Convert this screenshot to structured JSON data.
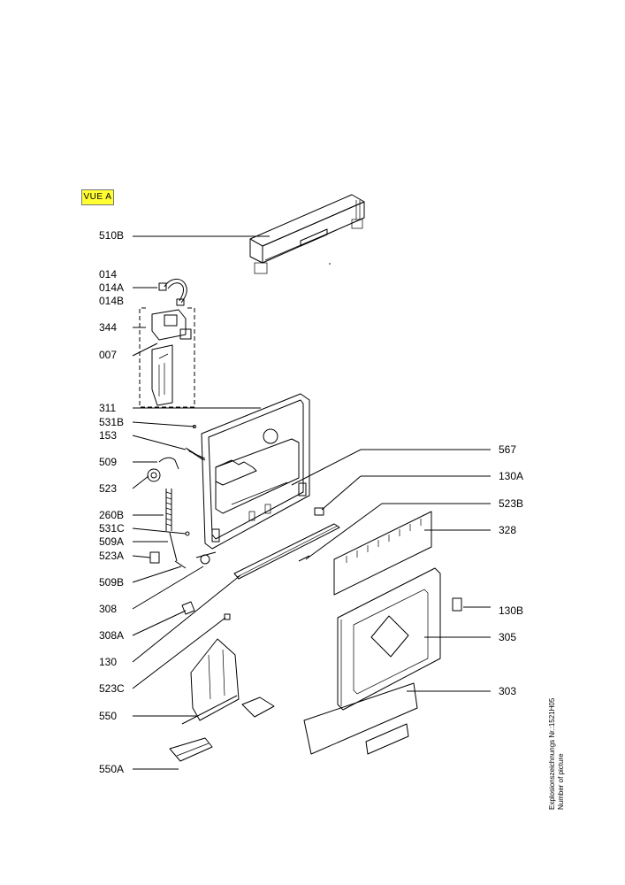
{
  "view_badge": "VUE A",
  "labels": {
    "l510B": "510B",
    "l014": "014",
    "l014A": "014A",
    "l014B": "014B",
    "l344": "344",
    "l007": "007",
    "l311": "311",
    "l531B": "531B",
    "l153": "153",
    "l509": "509",
    "l523": "523",
    "l260B": "260B",
    "l531C": "531C",
    "l509A": "509A",
    "l523A": "523A",
    "l509B": "509B",
    "l308": "308",
    "l308A": "308A",
    "l130": "130",
    "l523C": "523C",
    "l550": "550",
    "l550A": "550A",
    "l567": "567",
    "l130A": "130A",
    "l523B": "523B",
    "l328": "328",
    "l130B": "130B",
    "l305": "305",
    "l303": "303"
  },
  "footer": {
    "drawing_number": "Explosionszeichnungs Nr.:1521H05",
    "number_of_picture": "Number of picture"
  }
}
